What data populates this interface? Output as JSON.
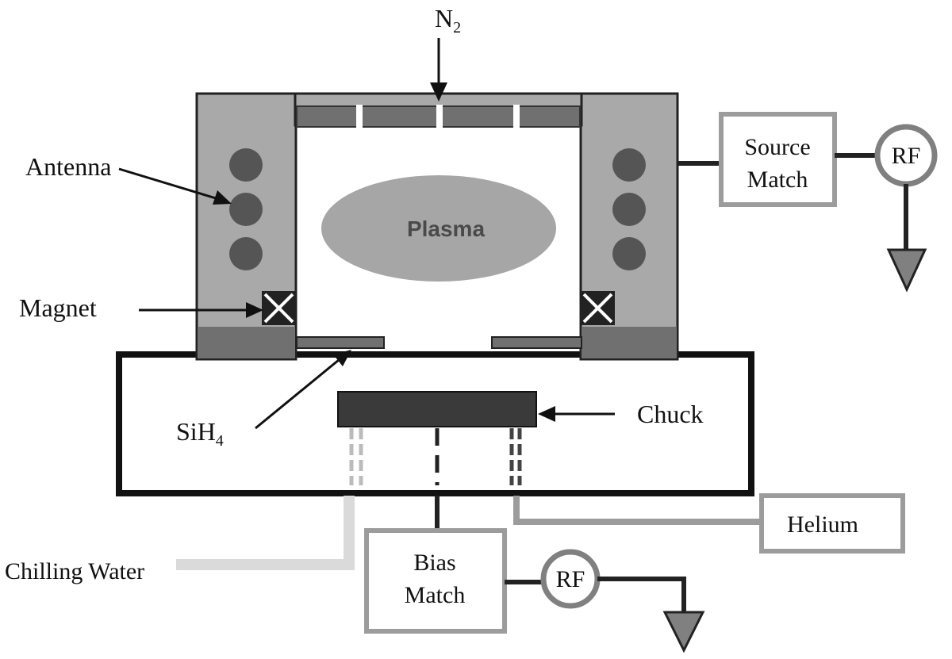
{
  "labels": {
    "n2": "N",
    "n2_sub": "2",
    "antenna": "Antenna",
    "magnet": "Magnet",
    "plasma": "Plasma",
    "sih4": "SiH",
    "sih4_sub": "4",
    "chuck": "Chuck",
    "source_match_line1": "Source",
    "source_match_line2": "Match",
    "rf_top": "RF",
    "helium": "Helium",
    "chilling_water": "Chilling Water",
    "bias_match_line1": "Bias",
    "bias_match_line2": "Match",
    "rf_bottom": "RF"
  },
  "colors": {
    "wall": "#a9a9a9",
    "dark_bar": "#707070",
    "coil": "#555555",
    "outline": "#111111",
    "plasma": "#a6a6a6",
    "box_border": "#9c9c9c",
    "ground": "#808080",
    "chuck": "#3a3a3a",
    "water_line": "#dadada",
    "helium_line": "#9c9c9c"
  }
}
